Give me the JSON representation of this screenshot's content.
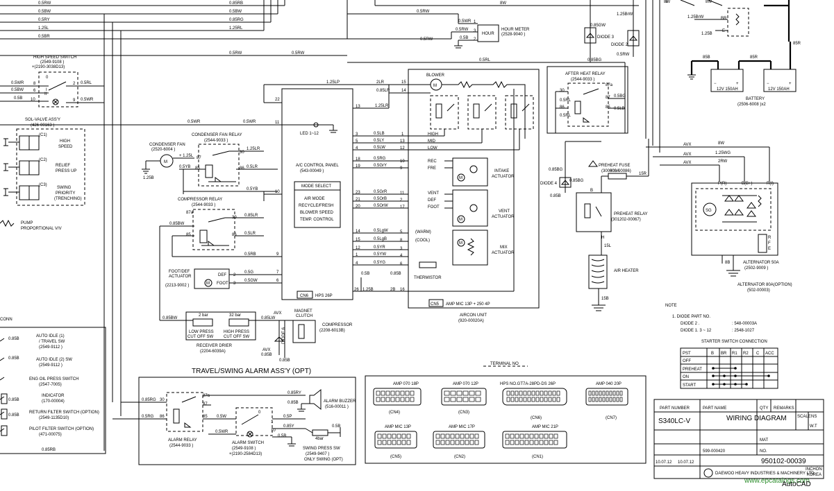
{
  "wires_top": [
    "0.5RW",
    "0.5BW",
    "0.5RY",
    "1.25L",
    "0.5BR",
    "0.85RB",
    "0.5BW",
    "0.85RG",
    "1.25RL",
    "0.5RW",
    "0.5RW",
    "0.5RW",
    "0.5RL",
    "0.5BW",
    "0.5RW"
  ],
  "high_speed_switch": {
    "title": "HIGH SPEED SWITCH",
    "part": "(2549-9108 )",
    "part2": "+(2190-3038D13)",
    "pins": [
      "6",
      "8",
      "10",
      "2",
      "9"
    ],
    "wires": [
      "0.5WR",
      "0.5BW",
      "0.5B",
      "0.5RL",
      "0.5WR"
    ]
  },
  "sol_valve": {
    "title": "SOL-VALVE ASS'Y",
    "part": "(426-00163 )",
    "coils": [
      "(C1)",
      "(C2)",
      "(C3)"
    ],
    "labels": [
      "HIGH\nSPEED",
      "RELIEF\nPRESS UP",
      "SWING\nPRIORITY\n(TRENCHING)"
    ]
  },
  "pump": {
    "label": "PUMP",
    "label2": "PROPORTIONAL V/V"
  },
  "condenser_fan": {
    "title": "CONDENSER FAN",
    "part": "(2520-6004 )",
    "wire": "1.25B",
    "plus": "+ 1.25L"
  },
  "condenser_fan_relay": {
    "title": "CONDENSER FAN RELAY",
    "part": "(2544-9033 )",
    "pins": [
      "87",
      "30",
      "85",
      "86"
    ],
    "wires": [
      "1.25LR",
      "0.5YB",
      "0.5LR"
    ]
  },
  "compressor_relay": {
    "title": "COMPRESSOR RELAY",
    "part": "(2544-9033 )",
    "pins": [
      "87a",
      "30",
      "85",
      "86"
    ],
    "wires": [
      "0.85BW",
      "0.5RB",
      "0.85LR",
      "0.5LR",
      "0.5YB"
    ]
  },
  "foot_def_actuator": {
    "title": "FOOT/DEF",
    "title2": "ACTUATOR",
    "part": "(2213-9002 )",
    "labels": [
      "DEF",
      "FOOT"
    ],
    "pins": [
      "2",
      "3"
    ],
    "wires": [
      "0.5G",
      "0.5GW"
    ]
  },
  "press_switches": {
    "low": "2 bar",
    "high": "32 bar",
    "low_label": "LOW PRESS",
    "low_label2": "CUT OFF SW",
    "high_label": "HIGH PRESS",
    "high_label2": "CUT OFF SW",
    "receiver": "RECEIVER DRIER",
    "receiver_part": "(2204-6039A)",
    "wire": "0.85BW",
    "wire2": "0.85LW"
  },
  "magnet_clutch": {
    "title": "MAGNET",
    "title2": "CLUTCH",
    "compressor": "COMPRESSOR",
    "compressor_part": "(2208-6013B)",
    "avx": "AVX",
    "diode": "DIODE 6",
    "wire": "0.85B"
  },
  "ac_panel": {
    "title": "A/C CONTROL PANEL",
    "part": "(543-00049 )",
    "mode_title": "MODE SELECT",
    "modes": [
      "AIR MODE",
      "RECYCLE/FRESH",
      "BLOWER SPEED",
      "TEMP. CONTROL"
    ],
    "connector": "CN6",
    "conn_label": "HPS 26P",
    "led": "LED 1~12",
    "pins_left": [
      "22",
      "11",
      "10",
      "9",
      "7",
      "6"
    ],
    "pins_right": [
      "13",
      "3",
      "5",
      "4",
      "18",
      "19",
      "23",
      "21",
      "20",
      "14",
      "15",
      "12",
      "1",
      "4",
      "26"
    ],
    "wires_right": [
      "1.25LR",
      "0.5LB",
      "0.5LY",
      "0.5LW",
      "0.5RG",
      "0.5GrY",
      "0.5GrR",
      "0.5OrB",
      "0.5OrW",
      "0.5LgW",
      "0.5LgB",
      "0.5YR",
      "0.5YW",
      "0.5YG",
      "1.25B"
    ]
  },
  "aircon_unit": {
    "title": "AIRCON UNIT",
    "part": "(920-00020A)",
    "connector": "CN5",
    "conn_label": "AMP MIC 13P + 250 4P",
    "blower": "BLOWER",
    "speeds": [
      "HIGH",
      "MID",
      "LOW"
    ],
    "pins": [
      "15",
      "14",
      "1",
      "13",
      "12",
      "10",
      "9",
      "11",
      "2",
      "17",
      "5",
      "8",
      "3",
      "4",
      "6",
      "16"
    ],
    "intake": "INTAKE",
    "intake2": "ACTUATOR",
    "intake_pos": [
      "REC",
      "FRE"
    ],
    "vent": "VENT",
    "vent2": "ACTUATOR",
    "vent_pos": [
      "VENT",
      "DEF",
      "FOOT"
    ],
    "mix": "MIX",
    "mix2": "ACTUATOR",
    "mix_pos": [
      "(WARM)",
      "(COOL)"
    ],
    "thermistor": "THERMISTOR",
    "wires": [
      "2LR",
      "0.85LR",
      "0.5B",
      "0.85B",
      "2B"
    ]
  },
  "hour_meter": {
    "title": "HOUR METER",
    "part": "(2528-9040 )",
    "label": "HOUR",
    "pins": [
      "1",
      "3",
      "2"
    ],
    "wires": [
      "0.5WR",
      "0.5RW",
      "0.5B"
    ]
  },
  "after_heat_relay": {
    "title": "AFTER HEAT RELAY",
    "part": "(2544-9033 )",
    "pins": [
      "30",
      "87a",
      "87",
      "86",
      "85"
    ],
    "wires": [
      "0.5RL",
      "0.5BG",
      "0.5RL",
      "0.5LB"
    ],
    "diode3": "DIODE 3",
    "diode2": "DIODE 2",
    "wires_top": [
      "0.85GW",
      "1.25BrW",
      "0.85BG",
      "0.5RW"
    ]
  },
  "battery": {
    "title": "BATTERY",
    "part": "(2506-6008 )x2",
    "cells": [
      "12V 150AH",
      "12V 150AH"
    ],
    "wires": [
      "85B",
      "85R",
      "85R"
    ]
  },
  "preheat": {
    "fuse": "PREHEAT FUSE",
    "fuse_part": "(300603-00086)",
    "fuse_val": "300A",
    "relay": "PREHEAT RELAY",
    "relay_part": "(301202-00067)",
    "diode4": "DIODE 4",
    "wires": [
      "0.85BG",
      "0.85B",
      "15R",
      "15L",
      "15B"
    ],
    "heater": "AIR HEATER",
    "pins": [
      "B",
      "H"
    ]
  },
  "alternator": {
    "title": "ALTERNATOR 50A",
    "part": "(2502-9009 )",
    "title2": "ALTERNATOR 80A(OPTION)",
    "part2": "(502-00003)",
    "terminals": [
      "P(R)",
      "B(B+)",
      "R(I)",
      "R",
      "F",
      "E"
    ],
    "avx": [
      "AVX",
      "AVX",
      "AVX"
    ],
    "avx_wires": [
      "8W",
      "1.25WG",
      "2RW"
    ],
    "wire": "8B"
  },
  "notes": {
    "title": "NOTE",
    "line1": "1. DIODE PART NO.",
    "line2a": "DIODE 2 .",
    "line2b": ": 548-00003A",
    "line3a": "DIODE 1. 3 ~ 12",
    "line3b": ": 2548-1027"
  },
  "starter_switch": {
    "title": "STARTER SWITCH CONNECTION",
    "headers": [
      "PST",
      "B",
      "BR",
      "R1",
      "R2",
      "C",
      "ACC"
    ],
    "rows": [
      "OFF",
      "PREHEAT",
      "ON",
      "START"
    ]
  },
  "left_column": {
    "title": "CONN",
    "items": [
      "AUTO IDLE (1)",
      "/ TRAVEL SW",
      "(2549-9112 )",
      "AUTO IDLE (2) SW",
      "(2549-9112 )",
      "ENG OIL PRESS SWITCH",
      "(2547-7005)",
      "INDICATOR",
      "(170-00004)",
      "RETURN FILTER SWITCH (OPTION)",
      "(2549-1135D10)",
      "PILOT FILTER SWITCH (OPTION)",
      "(471-00075)"
    ],
    "wires": [
      "0.85B",
      "0.85B",
      "0.85B",
      "0.85B",
      "0.85RB"
    ]
  },
  "travel_alarm": {
    "title": "TRAVEL/SWING ALARM ASS'Y (OPT)",
    "relay": "ALARM RELAY",
    "relay_part": "(2544-9033 )",
    "pins": [
      "30",
      "87a",
      "86",
      "85",
      "87"
    ],
    "switch": "ALARM SWITCH",
    "switch_part": "(2549-9108 )",
    "switch_part2": "+(2190-2584D13)",
    "buzzer": "ALARM BUZZER",
    "buzzer_part": "(516-00011 )",
    "press_sw": "SWING PRESS SW",
    "press_part": "(2549-9407 )",
    "press_val": "4bar",
    "only": "ONLY SWING (OPT)",
    "wires": [
      "0.85RG",
      "0.5RG",
      "0.5W",
      "0.5WR",
      "0.85RY",
      "0.85B",
      "0.5P",
      "0.85Y",
      "0.5B",
      "0.5B"
    ]
  },
  "terminal": {
    "label": "TERMINAL NO"
  },
  "connectors": [
    {
      "title": "AMP 070 18P",
      "code": "(CN4)"
    },
    {
      "title": "AMP 070 12P",
      "code": "(CN3)"
    },
    {
      "title": "HPS NO.GT7A-28PD-DS 26P",
      "code": "(CN6)"
    },
    {
      "title": "AMP 040 20P",
      "code": "(CN7)"
    },
    {
      "title": "AMP MIC 13P",
      "code": "(CN5)"
    },
    {
      "title": "AMP MIC 17P",
      "code": "(CN2)"
    },
    {
      "title": "AMP MIC 21P",
      "code": "(CN1)"
    }
  ],
  "title_block": {
    "part_number_label": "PART NUMBER",
    "part_number": "S340LC-V",
    "part_name_label": "PART NAME",
    "part_name": "WIRING DIAGRAM",
    "qty": "QTY",
    "remarks": "REMARKS",
    "scale_label": "SCALE",
    "scale": "NS",
    "unit": "W.T",
    "mat": "MAT",
    "no_label": "NO.",
    "doc_no": "950102-00039",
    "rev": "599-000420",
    "dates": [
      "10.07.12",
      "10.07.12"
    ],
    "company": "DAEWOO HEAVY INDUSTRIES & MACHINERY LTD.",
    "place": "INCHON",
    "place2": "KOREA",
    "watermark": "www.epcatalogs.com",
    "app": "AutoCAD"
  },
  "colors": {
    "ink": "#000000",
    "paper": "#ffffff"
  }
}
